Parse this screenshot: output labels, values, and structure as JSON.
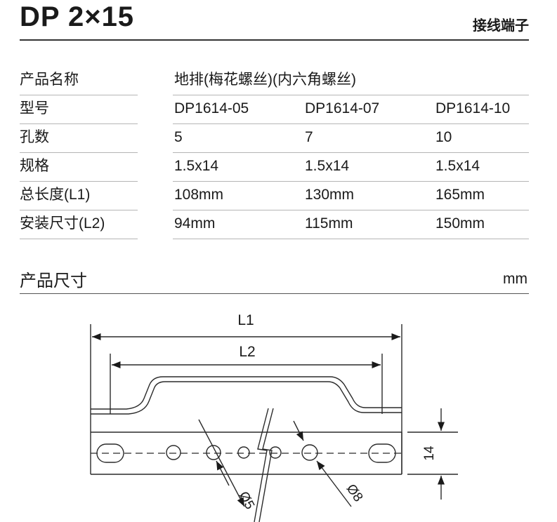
{
  "header": {
    "title": "DP 2×15",
    "category": "接线端子"
  },
  "spec_table": {
    "rows": [
      {
        "label": "产品名称",
        "values": [
          "地排(梅花螺丝)(内六角螺丝)"
        ]
      },
      {
        "label": "型号",
        "values": [
          "DP1614-05",
          "DP1614-07",
          "DP1614-10"
        ]
      },
      {
        "label": "孔数",
        "values": [
          "5",
          "7",
          "10"
        ]
      },
      {
        "label": "规格",
        "values": [
          "1.5x14",
          "1.5x14",
          "1.5x14"
        ]
      },
      {
        "label": "总长度(L1)",
        "values": [
          "108mm",
          "130mm",
          "165mm"
        ]
      },
      {
        "label": "安装尺寸(L2)",
        "values": [
          "94mm",
          "115mm",
          "150mm"
        ]
      }
    ]
  },
  "dimensions_section": {
    "title": "产品尺寸",
    "unit": "mm",
    "labels": {
      "l1": "L1",
      "l2": "L2",
      "height": "14",
      "hole_small": "Ø5",
      "hole_large": "Ø8"
    }
  }
}
